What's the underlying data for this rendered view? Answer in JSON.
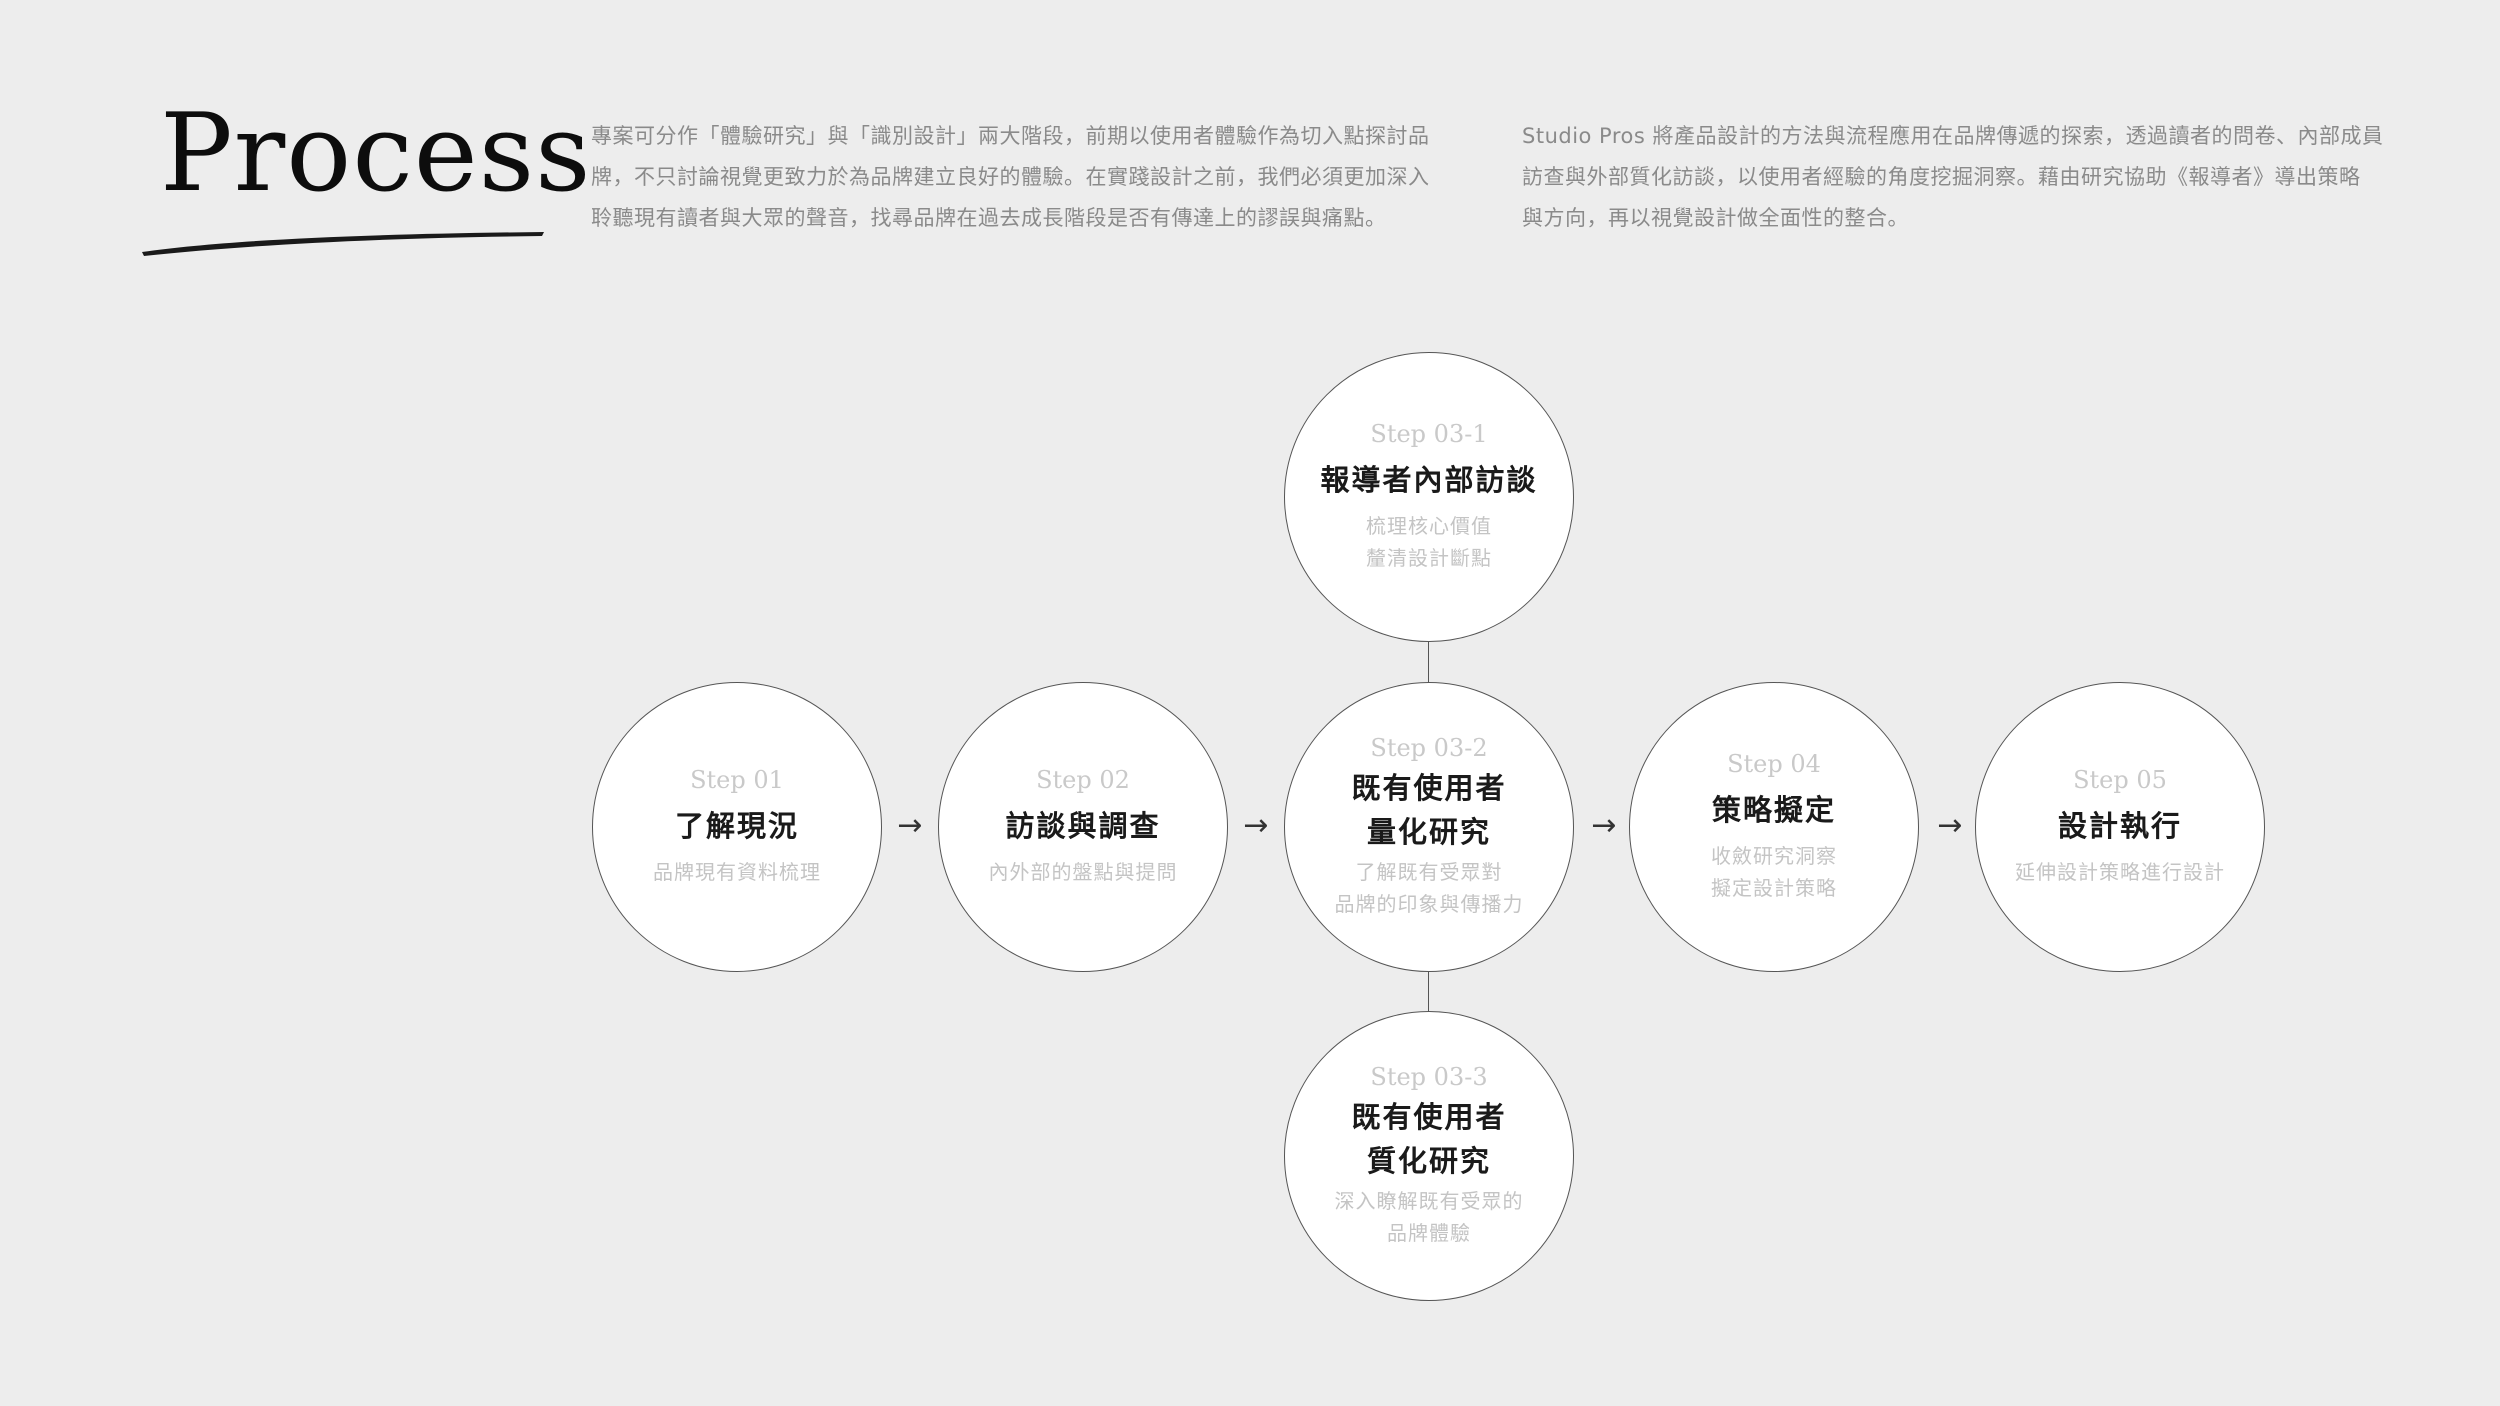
{
  "header": {
    "title": "Process",
    "intro_left": [
      "專案可分作「體驗研究」與「識別設計」兩大階段，前期以使用者體驗作為切入點探討品",
      "牌，不只討論視覺更致力於為品牌建立良好的體驗。在實踐設計之前，我們必須更加深入",
      "聆聽現有讀者與大眾的聲音，找尋品牌在過去成長階段是否有傳達上的謬誤與痛點。"
    ],
    "intro_right": [
      "Studio Pros 將產品設計的方法與流程應用在品牌傳遞的探索，透過讀者的問卷、內部成員",
      "訪查與外部質化訪談，以使用者經驗的角度挖掘洞察。藉由研究協助《報導者》導出策略",
      "與方向，再以視覺設計做全面性的整合。"
    ]
  },
  "steps": {
    "s01": {
      "label": "Step 01",
      "title": [
        "了解現況"
      ],
      "desc": [
        "品牌現有資料梳理"
      ]
    },
    "s02": {
      "label": "Step 02",
      "title": [
        "訪談與調查"
      ],
      "desc": [
        "內外部的盤點與提問"
      ]
    },
    "s031": {
      "label": "Step 03-1",
      "title": [
        "報導者內部訪談"
      ],
      "desc": [
        "梳理核心價值",
        "釐清設計斷點"
      ]
    },
    "s032": {
      "label": "Step 03-2",
      "title": [
        "既有使用者",
        "量化研究"
      ],
      "desc": [
        "了解既有受眾對",
        "品牌的印象與傳播力"
      ]
    },
    "s033": {
      "label": "Step 03-3",
      "title": [
        "既有使用者",
        "質化研究"
      ],
      "desc": [
        "深入瞭解既有受眾的",
        "品牌體驗"
      ]
    },
    "s04": {
      "label": "Step 04",
      "title": [
        "策略擬定"
      ],
      "desc": [
        "收斂研究洞察",
        "擬定設計策略"
      ]
    },
    "s05": {
      "label": "Step 05",
      "title": [
        "設計執行"
      ],
      "desc": [
        "延伸設計策略進行設計"
      ]
    }
  },
  "arrow_glyph": "→"
}
